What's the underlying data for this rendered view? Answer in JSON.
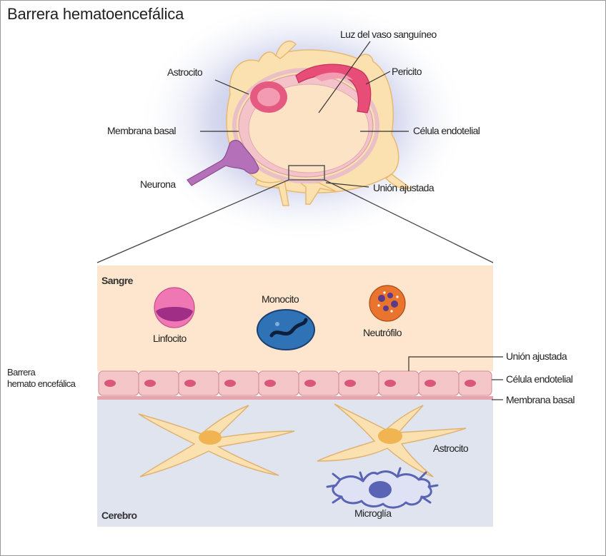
{
  "title": "Barrera hematoencefálica",
  "top": {
    "lumen": "Luz del vaso sanguíneo",
    "astrocyte": "Astrocito",
    "pericyte": "Pericito",
    "basal_membrane": "Membrana basal",
    "endothelial_cell": "Célula endotelial",
    "neuron": "Neurona",
    "tight_junction": "Unión ajustada"
  },
  "bottom": {
    "blood": "Sangre",
    "lymphocyte": "Linfocito",
    "monocyte": "Monocito",
    "neutrophil": "Neutrófilo",
    "barrier": "Barrera",
    "barrier_line2": "hemato encefálica",
    "tight_junction": "Unión ajustada",
    "endothelial_cell": "Célula endotelial",
    "basal_membrane": "Membrana basal",
    "astrocyte": "Astrocito",
    "microglia": "Microglía",
    "brain": "Cerebro"
  },
  "colors": {
    "blood_bg": "#fde6cd",
    "brain_bg": "#dfe4ef",
    "endothelial": "#f4c6c8",
    "nucleus": "#d9577a",
    "astrocyte": "#fbe3b4",
    "pericyte": "#e8507a",
    "neuron": "#b473b9",
    "monocyte": "#2f73b6",
    "neutrophil": "#e8742d",
    "microglia": "#5a64b4"
  }
}
